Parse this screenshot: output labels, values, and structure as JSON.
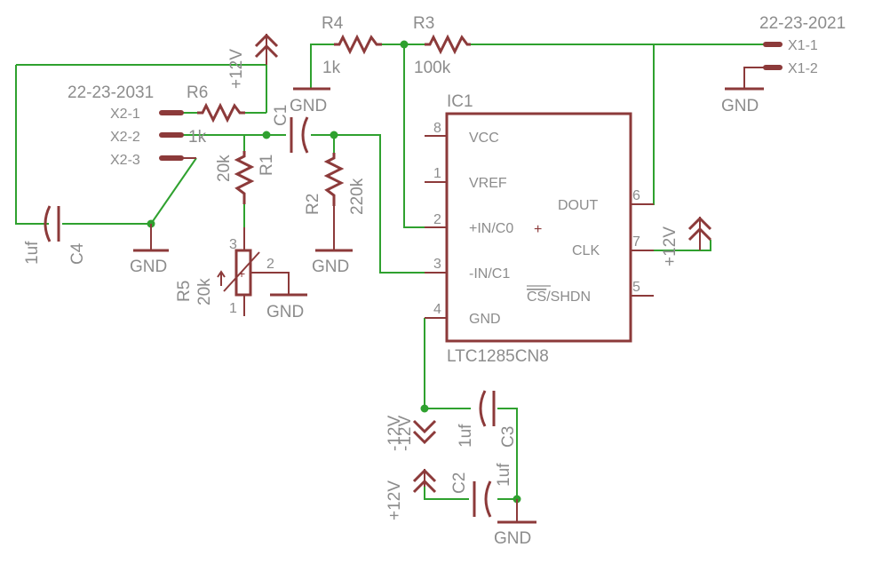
{
  "colors": {
    "wire": "#2fa12f",
    "part": "#8c3a3a",
    "label": "#8c8c8c",
    "background": "#ffffff"
  },
  "connectors": {
    "x1": {
      "name": "22-23-2021",
      "pins": [
        "X1-1",
        "X1-2"
      ]
    },
    "x2": {
      "name": "22-23-2031",
      "pins": [
        "X2-1",
        "X2-2",
        "X2-3"
      ]
    }
  },
  "resistors": {
    "r1": {
      "name": "R1",
      "value": "20k"
    },
    "r2": {
      "name": "R2",
      "value": "220k"
    },
    "r3": {
      "name": "R3",
      "value": "100k"
    },
    "r4": {
      "name": "R4",
      "value": "1k"
    },
    "r5": {
      "name": "R5",
      "value": "20k",
      "pin1": "1",
      "pin2": "2",
      "pin3": "3"
    },
    "r6": {
      "name": "R6",
      "value": "1k"
    }
  },
  "capacitors": {
    "c1": {
      "name": "C1"
    },
    "c2": {
      "name": "C2",
      "value": "1uf"
    },
    "c3": {
      "name": "C3",
      "value": "1uf"
    },
    "c4": {
      "name": "C4",
      "value": "1uf"
    }
  },
  "ic": {
    "ref": "IC1",
    "part": "LTC1285CN8",
    "pins": [
      {
        "num": "8",
        "label": "VCC"
      },
      {
        "num": "1",
        "label": "VREF"
      },
      {
        "num": "2",
        "label": "+IN/C0"
      },
      {
        "num": "3",
        "label": "-IN/C1"
      },
      {
        "num": "4",
        "label": "GND"
      },
      {
        "num": "6",
        "label": "DOUT"
      },
      {
        "num": "7",
        "label": "CLK"
      },
      {
        "num": "5",
        "label_overbar": "CS",
        "label_rest": "/SHDN"
      }
    ],
    "plus_mark": "+"
  },
  "supplies": {
    "gnd": "GND",
    "pos12": "+12V",
    "neg12": "-12V"
  }
}
